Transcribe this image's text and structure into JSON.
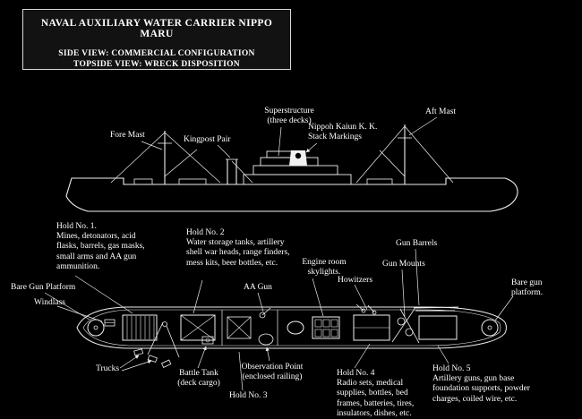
{
  "header": {
    "title": "NAVAL AUXILIARY WATER CARRIER NIPPO MARU",
    "subtitle_side": "SIDE VIEW:  COMMERCIAL CONFIGURATION",
    "subtitle_top": "TOPSIDE VIEW:  WRECK DISPOSITION"
  },
  "side_view": {
    "labels": {
      "fore_mast": "Fore Mast",
      "kingpost_pair": "Kingpost Pair",
      "superstructure_line1": "Superstructure",
      "superstructure_line2": "(three decks)",
      "stack_line1": "Nippoh Kaiun K. K.",
      "stack_line2": "Stack Markings",
      "aft_mast": "Aft Mast"
    }
  },
  "top_view": {
    "labels": {
      "bare_gun_platform_bow": "Bare Gun Platform",
      "windlass": "Windlass",
      "aa_gun": "AA Gun",
      "engine_room_skylights": "Engine room skylights.",
      "howitzers": "Howitzers",
      "gun_mounts": "Gun Mounts",
      "gun_barrels": "Gun Barrels",
      "bare_gun_platform_stern": "Bare gun platform.",
      "trucks": "Trucks",
      "battle_tank_line1": "Battle Tank",
      "battle_tank_line2": "(deck cargo)",
      "observation_line1": "Observation Point",
      "observation_line2": "(enclosed railing)",
      "hold3": "Hold No. 3"
    },
    "holds": {
      "hold1": {
        "name": "Hold No. 1.",
        "contents": "Mines, detonators, acid flasks, barrels, gas masks, small arms and AA gun ammunition."
      },
      "hold2": {
        "name": "Hold No. 2",
        "contents": "Water storage tanks, artillery shell war heads, range finders, mess kits, beer bottles, etc."
      },
      "hold4": {
        "name": "Hold No. 4",
        "contents": "Radio sets, medical supplies, bottles, bed frames, batteries, tires, insulators, dishes, etc."
      },
      "hold5": {
        "name": "Hold No. 5",
        "contents": "Artillery guns, gun base foundation supports, powder charges, coiled wire, etc."
      }
    }
  },
  "colors": {
    "background": "#000000",
    "line": "#f0f0f0",
    "text": "#ffffff"
  }
}
